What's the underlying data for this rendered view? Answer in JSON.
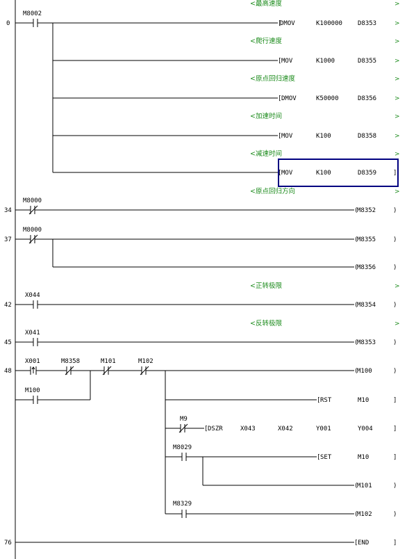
{
  "comments": {
    "max_speed": "<最高速度",
    "creep_speed": "<爬行速度",
    "home_speed": "<原点回归速度",
    "accel_time": "<加速时间",
    "decel_time": "<减速时间",
    "home_dir": "<原点回归方向",
    "fwd_limit": "<正转极限",
    "rev_limit": "<反转极限",
    "gt": ">"
  },
  "steps": {
    "s0": "0",
    "s34": "34",
    "s37": "37",
    "s42": "42",
    "s45": "45",
    "s48": "48",
    "s76": "76"
  },
  "contacts": {
    "m8002": "M8002",
    "m8000a": "M8000",
    "m8000b": "M8000",
    "x044": "X044",
    "x041": "X041",
    "x001": "X001",
    "m8358": "M8358",
    "m101": "M101",
    "m102": "M102",
    "m100": "M100",
    "m9": "M9",
    "m8029": "M8029",
    "m8329": "M8329"
  },
  "instr": {
    "i1": {
      "op": "DMOV",
      "a": "K100000",
      "b": "D8353"
    },
    "i2": {
      "op": "MOV",
      "a": "K1000",
      "b": "D8355"
    },
    "i3": {
      "op": "DMOV",
      "a": "K50000",
      "b": "D8356"
    },
    "i4": {
      "op": "MOV",
      "a": "K100",
      "b": "D8358"
    },
    "i5": {
      "op": "MOV",
      "a": "K100",
      "b": "D8359"
    },
    "rst": {
      "op": "RST",
      "a": "M10"
    },
    "dszr": {
      "op": "DSZR",
      "a": "X043",
      "b": "X042",
      "c": "Y001",
      "d": "Y004"
    },
    "set": {
      "op": "SET",
      "a": "M10"
    },
    "end": {
      "op": "END"
    }
  },
  "coils": {
    "c8352": "M8352",
    "c8355": "M8355",
    "c8356": "M8356",
    "c8354": "M8354",
    "c8353": "M8353",
    "c100": "M100",
    "c101": "M101",
    "c102": "M102"
  },
  "colors": {
    "comment": "#1a8a1a",
    "cursor": "#000080"
  }
}
